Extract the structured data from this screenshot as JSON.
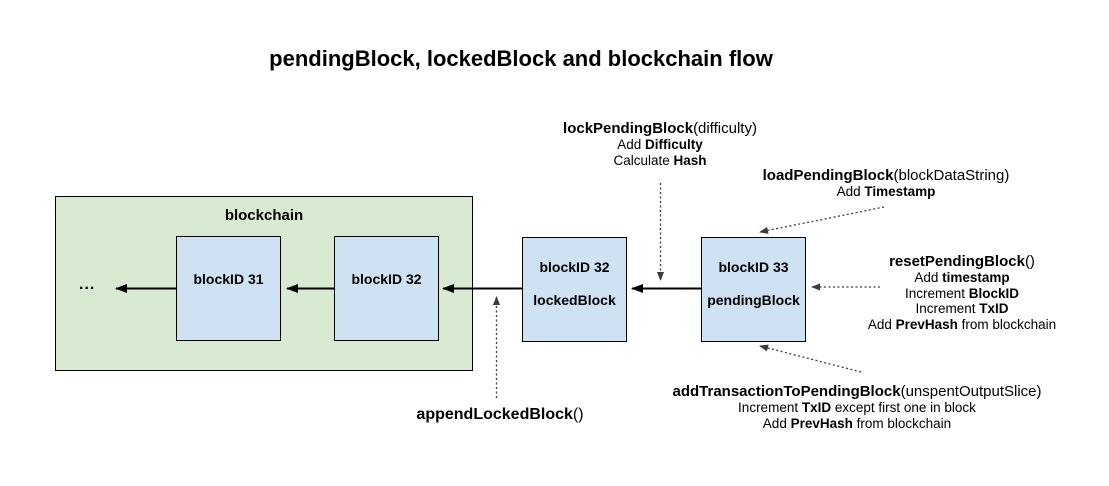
{
  "title": "pendingBlock, lockedBlock and blockchain flow",
  "colors": {
    "blockchain_container_fill": "#d9ead3",
    "block_fill": "#cfe2f3",
    "border": "#000000",
    "solid_arrow": "#000000",
    "dotted_arrow": "#3b3b3b"
  },
  "blockchain": {
    "label": "blockchain",
    "ellipsis": "...",
    "blocks": [
      {
        "id": "blockID 31"
      },
      {
        "id": "blockID 32"
      }
    ]
  },
  "locked_block": {
    "id": "blockID 32",
    "label": "lockedBlock"
  },
  "pending_block": {
    "id": "blockID 33",
    "label": "pendingBlock"
  },
  "annotations": {
    "lock_pending": {
      "title": [
        {
          "t": "lockPendingBlock",
          "b": true
        },
        {
          "t": "(difficulty)",
          "b": false
        }
      ],
      "lines": [
        [
          {
            "t": "Add ",
            "b": false
          },
          {
            "t": "Difficulty",
            "b": true
          }
        ],
        [
          {
            "t": "Calculate ",
            "b": false
          },
          {
            "t": "Hash",
            "b": true
          }
        ]
      ]
    },
    "load_pending": {
      "title": [
        {
          "t": "loadPendingBlock",
          "b": true
        },
        {
          "t": "(blockDataString)",
          "b": false
        }
      ],
      "lines": [
        [
          {
            "t": "Add ",
            "b": false
          },
          {
            "t": "Timestamp",
            "b": true
          }
        ]
      ]
    },
    "reset_pending": {
      "title": [
        {
          "t": "resetPendingBlock",
          "b": true
        },
        {
          "t": "()",
          "b": false
        }
      ],
      "lines": [
        [
          {
            "t": "Add ",
            "b": false
          },
          {
            "t": "timestamp",
            "b": true
          }
        ],
        [
          {
            "t": "Increment ",
            "b": false
          },
          {
            "t": "BlockID",
            "b": true
          }
        ],
        [
          {
            "t": "Increment ",
            "b": false
          },
          {
            "t": "TxID",
            "b": true
          }
        ],
        [
          {
            "t": "Add ",
            "b": false
          },
          {
            "t": "PrevHash",
            "b": true
          },
          {
            "t": " from blockchain",
            "b": false
          }
        ]
      ]
    },
    "add_transaction": {
      "title": [
        {
          "t": "addTransactionToPendingBlock",
          "b": true
        },
        {
          "t": "(unspentOutputSlice)",
          "b": false
        }
      ],
      "lines": [
        [
          {
            "t": "Increment ",
            "b": false
          },
          {
            "t": "TxID",
            "b": true
          },
          {
            "t": " except first one in block",
            "b": false
          }
        ],
        [
          {
            "t": "Add ",
            "b": false
          },
          {
            "t": "PrevHash",
            "b": true
          },
          {
            "t": " from blockchain",
            "b": false
          }
        ]
      ]
    },
    "append_locked": {
      "title": [
        {
          "t": "appendLockedBlock",
          "b": true
        },
        {
          "t": "()",
          "b": false
        }
      ],
      "lines": []
    }
  }
}
